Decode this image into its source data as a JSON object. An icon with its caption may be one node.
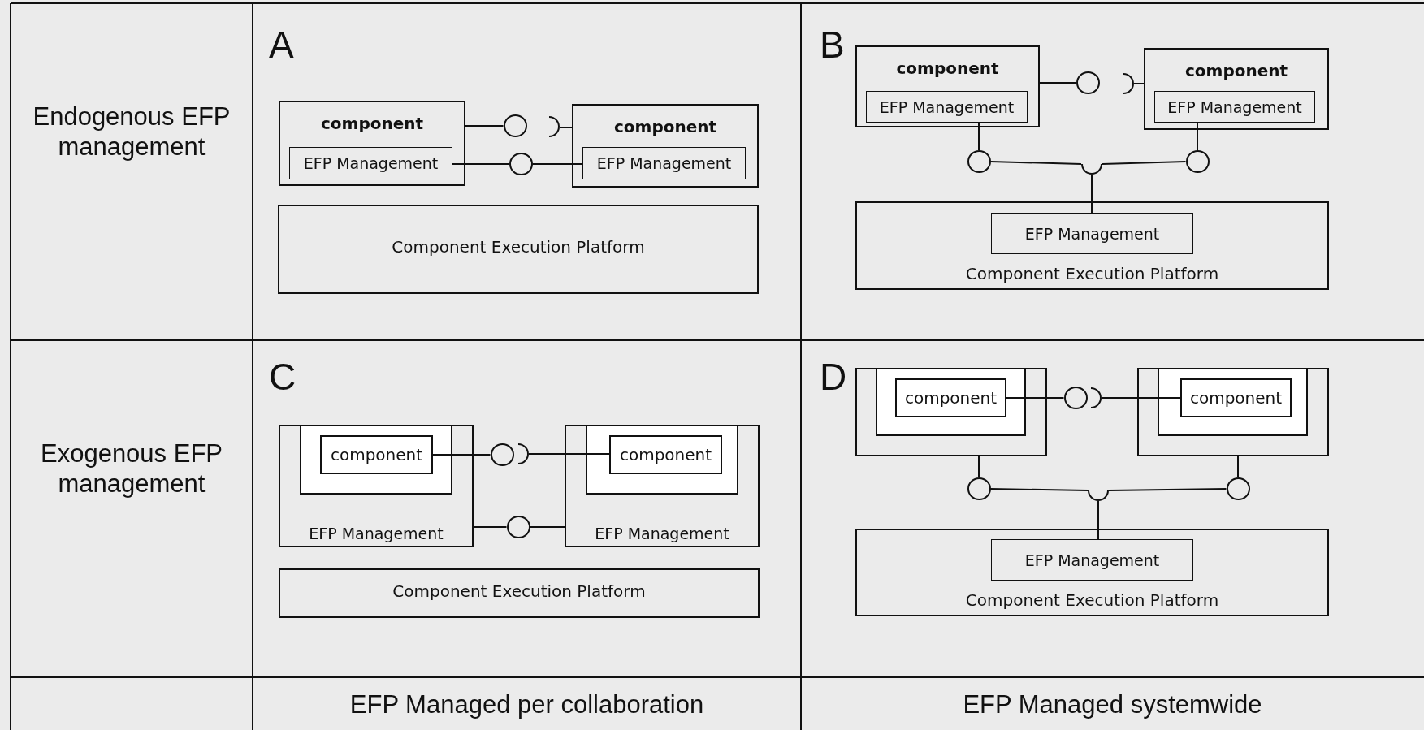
{
  "diagram": {
    "nodes": [
      {
        "text": [
          "component"
        ]
      },
      {
        "text": [
          "EFP Management"
        ],
        "in": 0
      },
      {
        "text": [
          "component"
        ]
      },
      {
        "text": [
          "EFP Management"
        ],
        "in": 2
      },
      {
        "text": [
          "Component Execution Platform"
        ]
      },
      {
        "text": [
          "component"
        ]
      },
      {
        "text": [
          "EFP Management"
        ],
        "in": 5
      },
      {
        "text": [
          "component"
        ]
      },
      {
        "text": [
          "EFP Management"
        ],
        "in": 7
      },
      {
        "text": [
          "Component Execution Platform"
        ]
      },
      {
        "text": [
          "EFP Management"
        ],
        "in": 9
      },
      {
        "text": [
          "EFP Management"
        ]
      },
      {
        "text": [],
        "shape": "box",
        "in": 11
      },
      {
        "text": [
          "component"
        ],
        "in": 12
      },
      {
        "text": [
          "EFP Management"
        ]
      },
      {
        "text": [],
        "shape": "box",
        "in": 14
      },
      {
        "text": [
          "component"
        ],
        "in": 15
      },
      {
        "text": [
          "Component Execution Platform"
        ]
      },
      {
        "text": [],
        "shape": "box"
      },
      {
        "text": [],
        "shape": "box",
        "in": 18
      },
      {
        "text": [
          "component"
        ],
        "in": 19
      },
      {
        "text": [],
        "shape": "box"
      },
      {
        "text": [],
        "shape": "box",
        "in": 21
      },
      {
        "text": [
          "component"
        ],
        "in": 22
      },
      {
        "text": [
          "Component Execution Platform"
        ]
      },
      {
        "text": [
          "EFP Management"
        ],
        "in": 24
      },
      {
        "text": [],
        "shape": "circle"
      },
      {
        "text": [],
        "shape": "arc"
      },
      {
        "text": [],
        "shape": "circle"
      },
      {
        "text": [],
        "shape": "circle"
      },
      {
        "text": [],
        "shape": "arc"
      },
      {
        "text": [],
        "shape": "circle"
      },
      {
        "text": [],
        "shape": "circle"
      },
      {
        "text": [],
        "shape": "arc"
      },
      {
        "text": [],
        "shape": "circle"
      },
      {
        "text": [],
        "shape": "arc"
      },
      {
        "text": [],
        "shape": "circle"
      },
      {
        "text": [],
        "shape": "circle"
      },
      {
        "text": [],
        "shape": "arc"
      },
      {
        "text": [],
        "shape": "circle"
      },
      {
        "text": [],
        "shape": "circle"
      },
      {
        "text": [],
        "shape": "arc"
      }
    ],
    "edges": [
      {
        "from": 0,
        "to": 26,
        "arrow": "none"
      },
      {
        "from": 27,
        "to": 2,
        "arrow": "none"
      },
      {
        "from": 1,
        "to": 28,
        "arrow": "none"
      },
      {
        "from": 28,
        "to": 3,
        "arrow": "none"
      },
      {
        "from": 5,
        "to": 29,
        "arrow": "none"
      },
      {
        "from": 30,
        "to": 7,
        "arrow": "none"
      },
      {
        "from": 6,
        "to": 31,
        "arrow": "none"
      },
      {
        "from": 31,
        "to": 33,
        "arrow": "none"
      },
      {
        "from": 8,
        "to": 32,
        "arrow": "none"
      },
      {
        "from": 32,
        "to": 33,
        "arrow": "none"
      },
      {
        "from": 33,
        "to": 10,
        "arrow": "none"
      },
      {
        "from": 13,
        "to": 34,
        "arrow": "none"
      },
      {
        "from": 35,
        "to": 16,
        "arrow": "none"
      },
      {
        "from": 11,
        "to": 36,
        "arrow": "none"
      },
      {
        "from": 36,
        "to": 14,
        "arrow": "none"
      },
      {
        "from": 20,
        "to": 37,
        "arrow": "none"
      },
      {
        "from": 38,
        "to": 23,
        "arrow": "none"
      },
      {
        "from": 18,
        "to": 39,
        "arrow": "none"
      },
      {
        "from": 39,
        "to": 41,
        "arrow": "none"
      },
      {
        "from": 21,
        "to": 40,
        "arrow": "none"
      },
      {
        "from": 40,
        "to": 41,
        "arrow": "none"
      },
      {
        "from": 41,
        "to": 25,
        "arrow": "none"
      }
    ],
    "labels": [
      "Endogenous EFP management",
      "A",
      "B",
      "Exogenous EFP management",
      "C",
      "D",
      "EFP Managed per collaboration",
      "EFP Managed systemwide"
    ]
  }
}
